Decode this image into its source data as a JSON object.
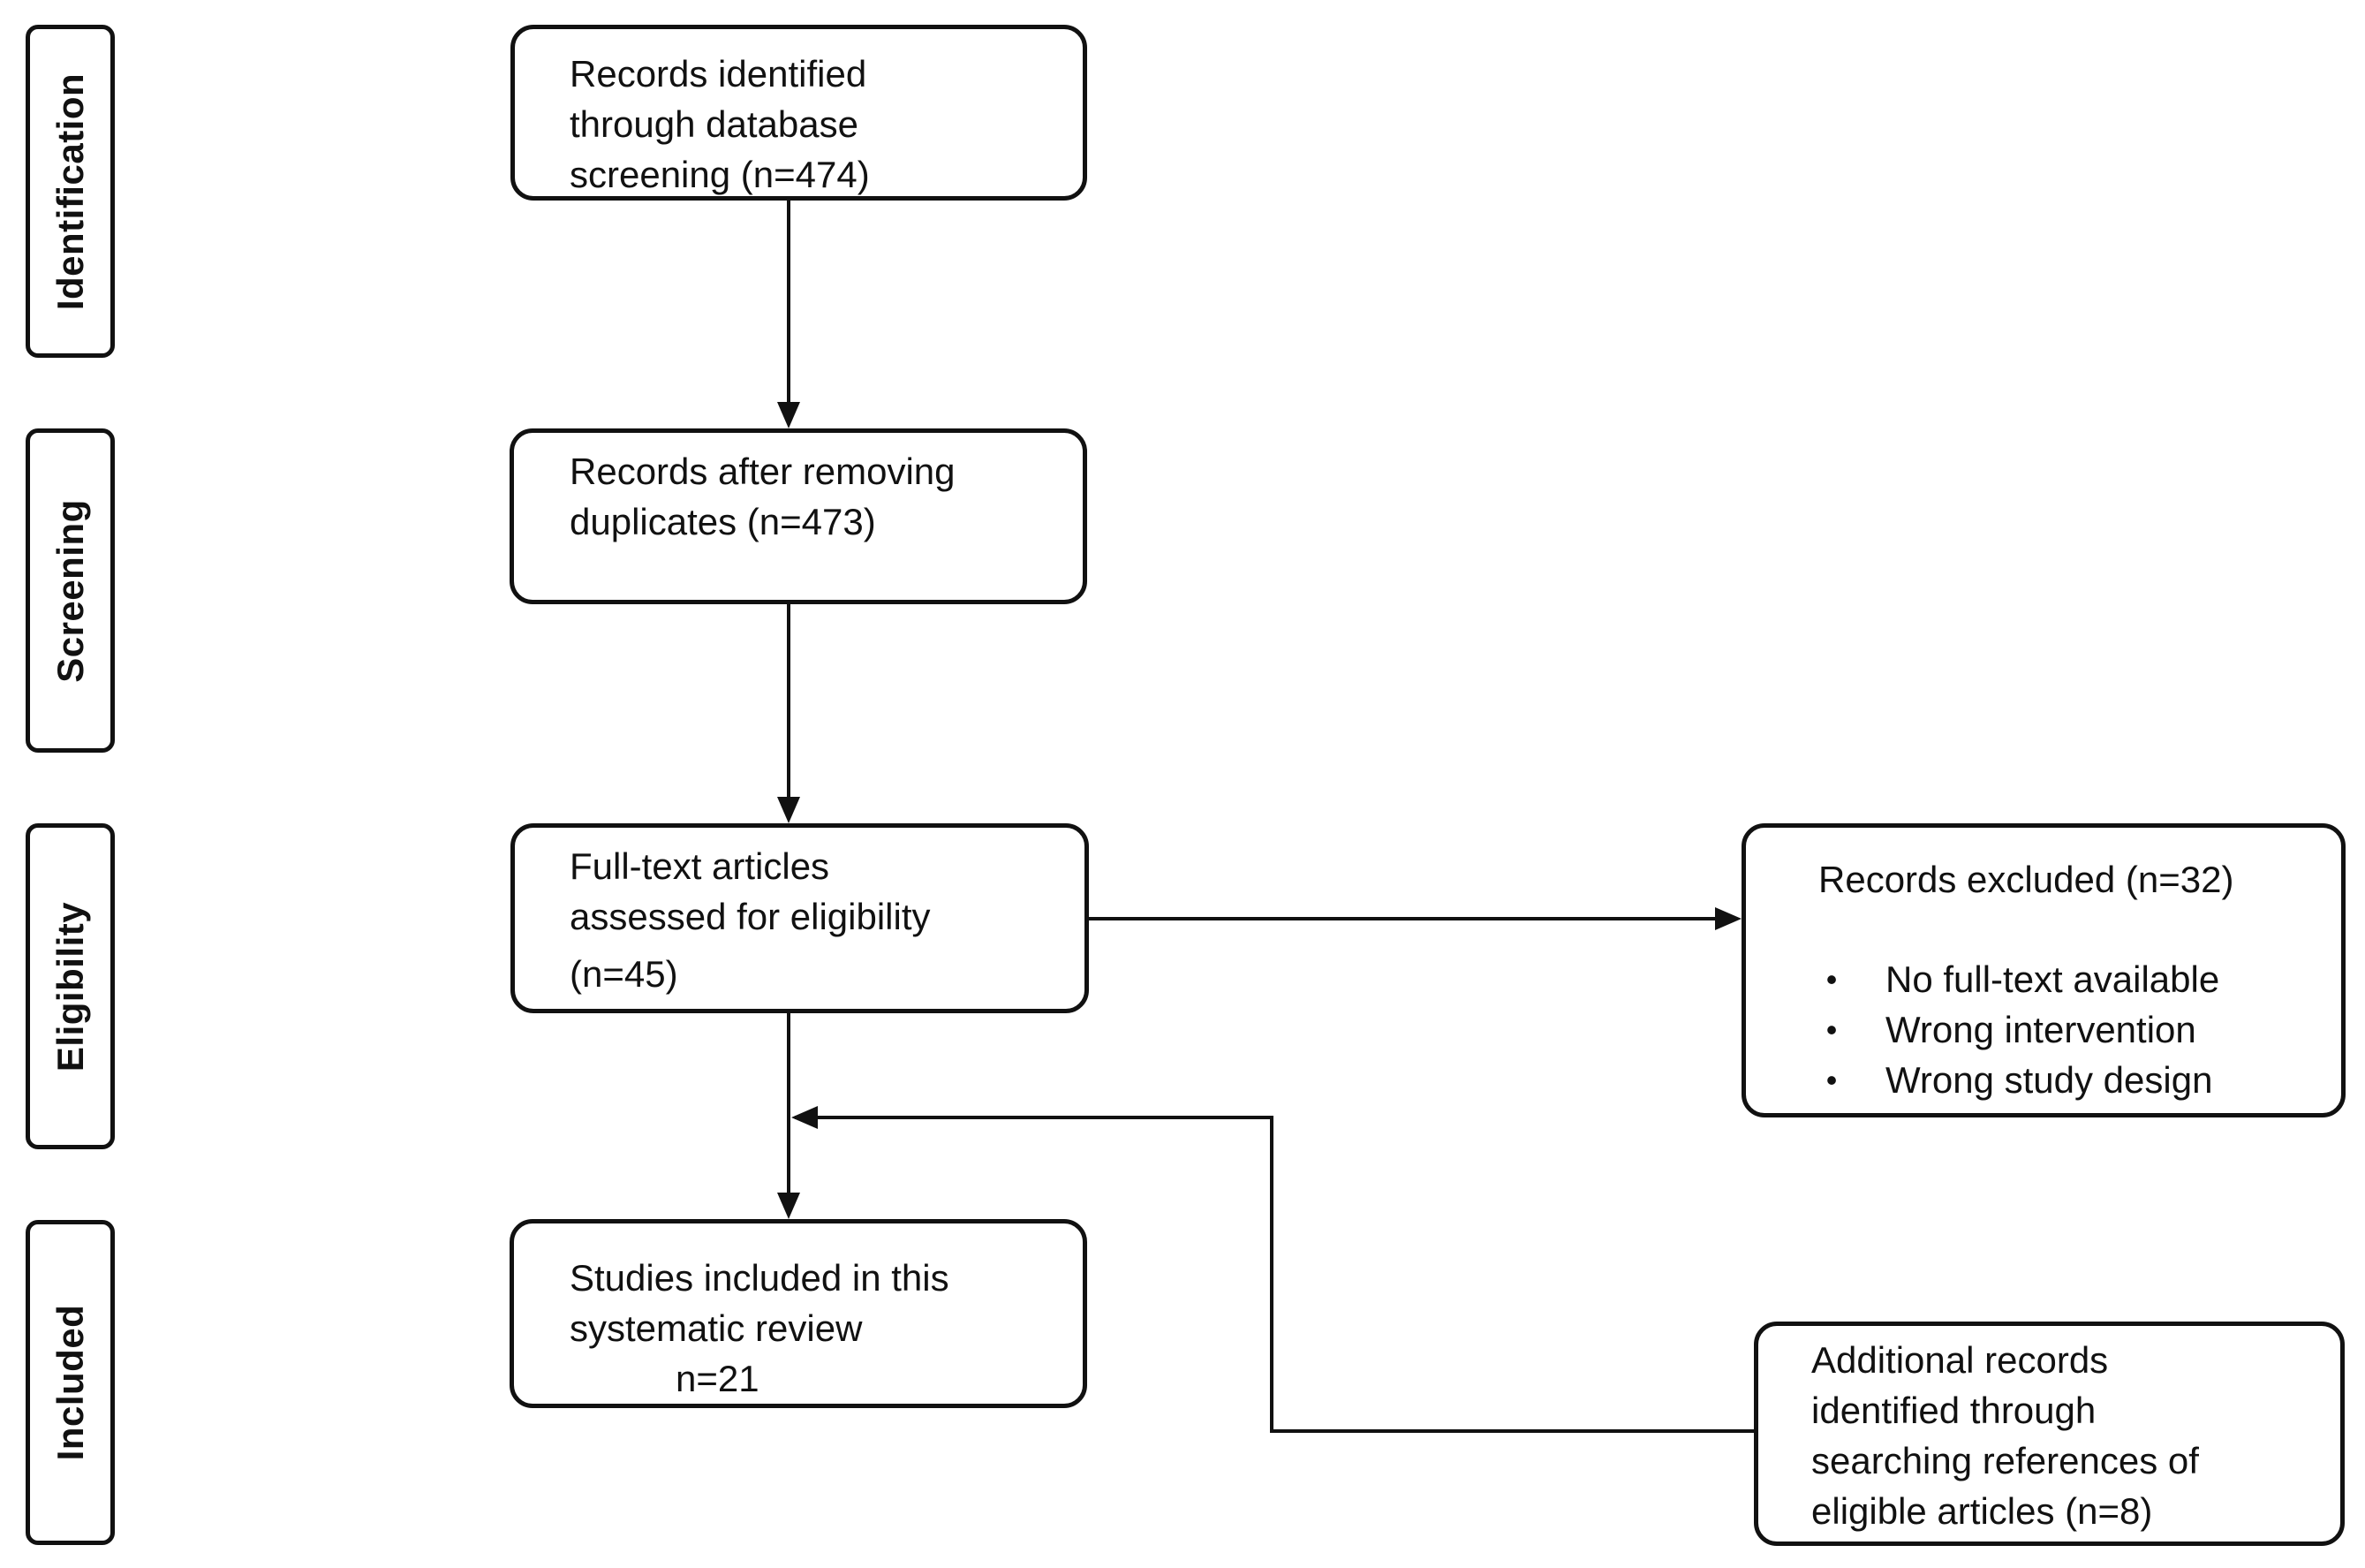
{
  "stages": {
    "identification": "Identification",
    "screening": "Screening",
    "eligibility": "Eligibility",
    "included": "Included"
  },
  "boxes": {
    "records_identified": {
      "lines": [
        "Records identified",
        "through database",
        "screening (n=474)"
      ]
    },
    "after_duplicates": {
      "lines": [
        "Records after removing",
        "duplicates (n=473)"
      ]
    },
    "fulltext_assessed": {
      "lines": [
        "Full-text articles",
        "assessed for eligibility",
        "(n=45)"
      ]
    },
    "studies_included": {
      "lines": [
        "Studies included in this",
        "systematic review",
        "n=21"
      ]
    },
    "records_excluded": {
      "title": "Records excluded (n=32)",
      "bullet": "•",
      "reasons": [
        "No full-text available",
        "Wrong intervention",
        "Wrong study design"
      ]
    },
    "additional_records": {
      "lines": [
        "Additional records",
        "identified through",
        "searching references of",
        "eligible articles (n=8)"
      ]
    }
  },
  "colors": {
    "stroke": "#111111",
    "background": "#ffffff"
  }
}
